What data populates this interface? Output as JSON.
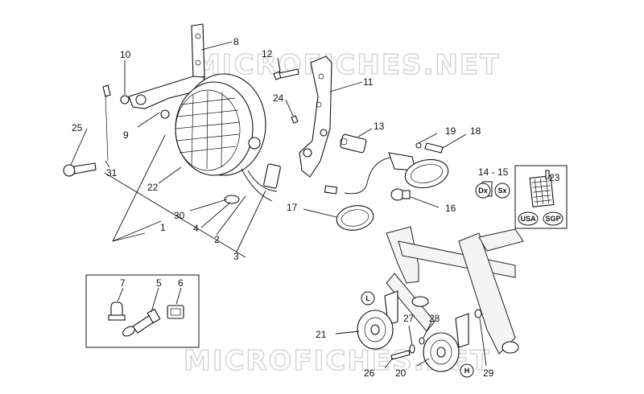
{
  "watermark": "MICROFICHES.NET",
  "callouts": {
    "n1": "1",
    "n2": "2",
    "n3": "3",
    "n4": "4",
    "n5": "5",
    "n6": "6",
    "n7": "7",
    "n8": "8",
    "n9": "9",
    "n10": "10",
    "n11": "11",
    "n12": "12",
    "n13": "13",
    "n1415": "14 - 15",
    "n16": "16",
    "n17": "17",
    "n18": "18",
    "n19": "19",
    "n20": "20",
    "n21": "21",
    "n22": "22",
    "n23": "23",
    "n24": "24",
    "n25": "25",
    "n26": "26",
    "n27": "27",
    "n28": "28",
    "n29": "29",
    "n30": "30",
    "n31": "31"
  },
  "badges": {
    "dx": "Dx",
    "sx": "Sx",
    "usa": "USA",
    "sgp": "SGP",
    "l": "L",
    "h": "H"
  }
}
